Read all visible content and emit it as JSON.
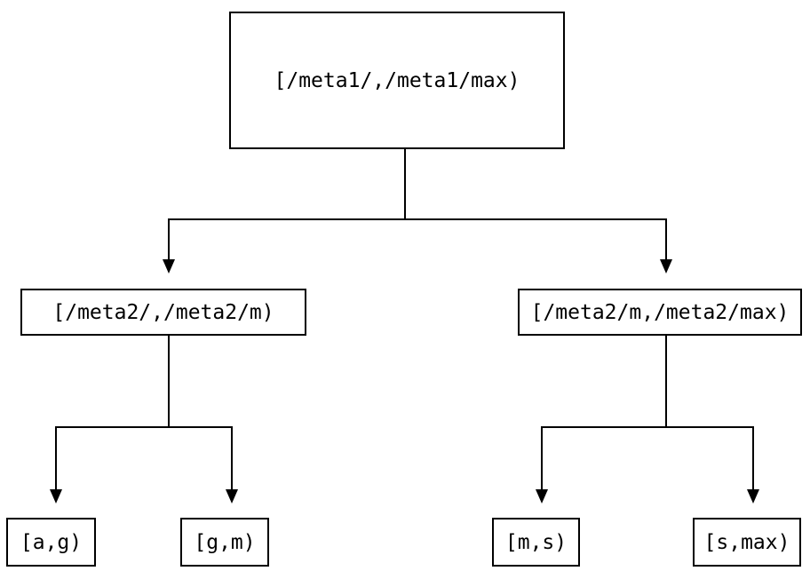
{
  "diagram": {
    "type": "tree",
    "orientation": "top-down",
    "colors": {
      "background": "#ffffff",
      "line": "#000000",
      "box_border": "#000000",
      "box_fill": "#ffffff",
      "text": "#000000"
    },
    "nodes": [
      {
        "id": "root",
        "label": "[/meta1/,/meta1/max)",
        "level": 0
      },
      {
        "id": "meta2-low",
        "label": "[/meta2/,/meta2/m)",
        "level": 1
      },
      {
        "id": "meta2-high",
        "label": "[/meta2/m,/meta2/max)",
        "level": 1
      },
      {
        "id": "leaf-ag",
        "label": "[a,g)",
        "level": 2
      },
      {
        "id": "leaf-gm",
        "label": "[g,m)",
        "level": 2
      },
      {
        "id": "leaf-ms",
        "label": "[m,s)",
        "level": 2
      },
      {
        "id": "leaf-smax",
        "label": "[s,max)",
        "level": 2
      }
    ],
    "edges": [
      {
        "from": "root",
        "to": "meta2-low"
      },
      {
        "from": "root",
        "to": "meta2-high"
      },
      {
        "from": "meta2-low",
        "to": "leaf-ag"
      },
      {
        "from": "meta2-low",
        "to": "leaf-gm"
      },
      {
        "from": "meta2-high",
        "to": "leaf-ms"
      },
      {
        "from": "meta2-high",
        "to": "leaf-smax"
      }
    ]
  }
}
